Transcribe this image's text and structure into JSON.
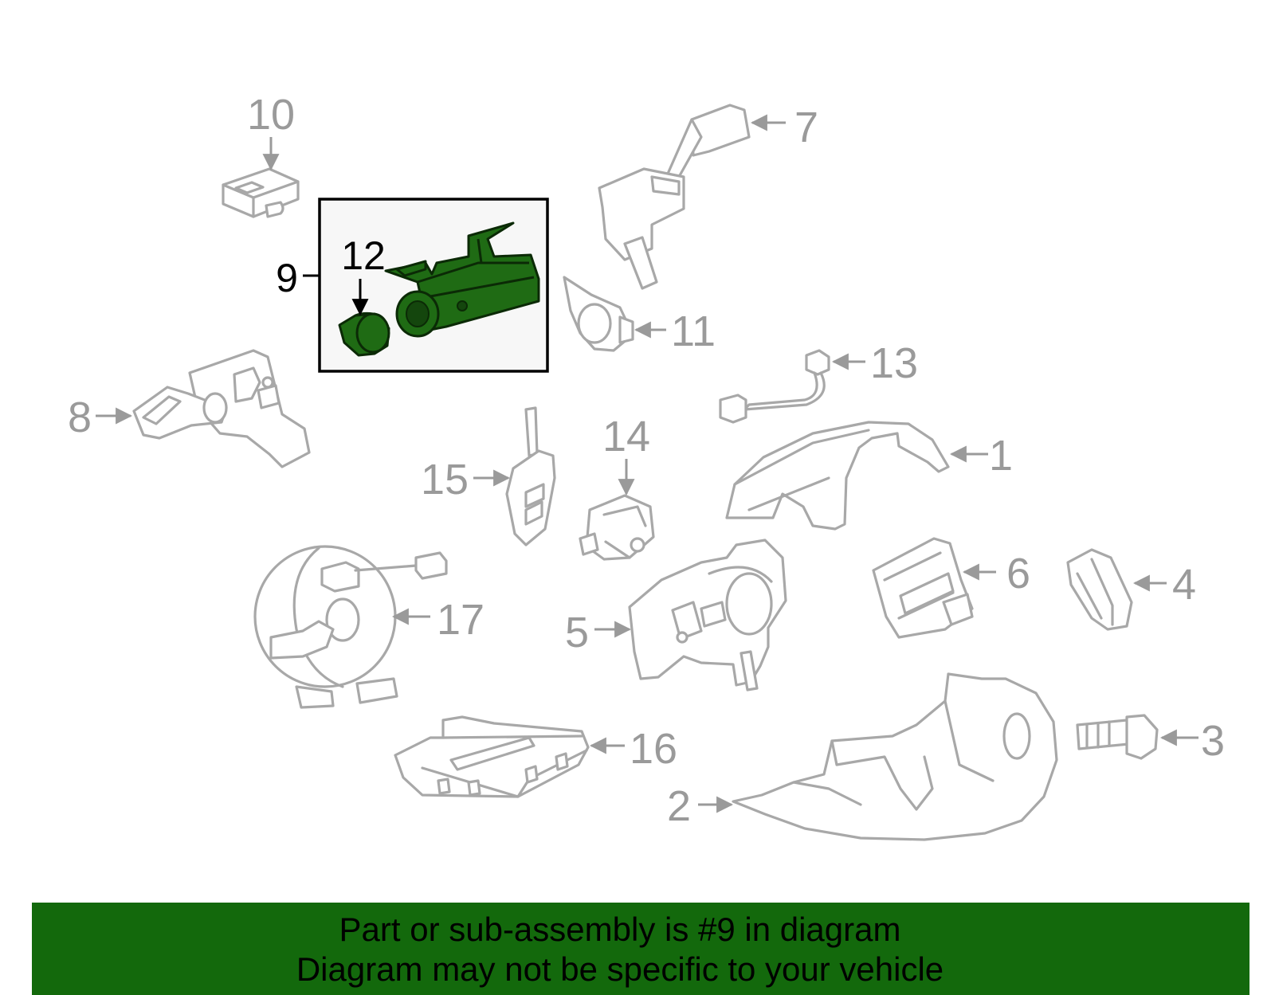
{
  "callouts": {
    "c1": "1",
    "c2": "2",
    "c3": "3",
    "c4": "4",
    "c5": "5",
    "c6": "6",
    "c7": "7",
    "c8": "8",
    "c9": "9",
    "c10": "10",
    "c11": "11",
    "c12": "12",
    "c13": "13",
    "c14": "14",
    "c15": "15",
    "c16": "16",
    "c17": "17"
  },
  "highlighted_part": "9",
  "colors": {
    "highlight_fill": "#1f6b14",
    "footer_background": "#13690c",
    "part_outline": "#a8a8a8",
    "highlight_box_background": "#f7f7f7"
  },
  "footer": {
    "line1": "Part or sub-assembly is #9 in diagram",
    "line2": "Diagram may not be specific to your vehicle"
  }
}
